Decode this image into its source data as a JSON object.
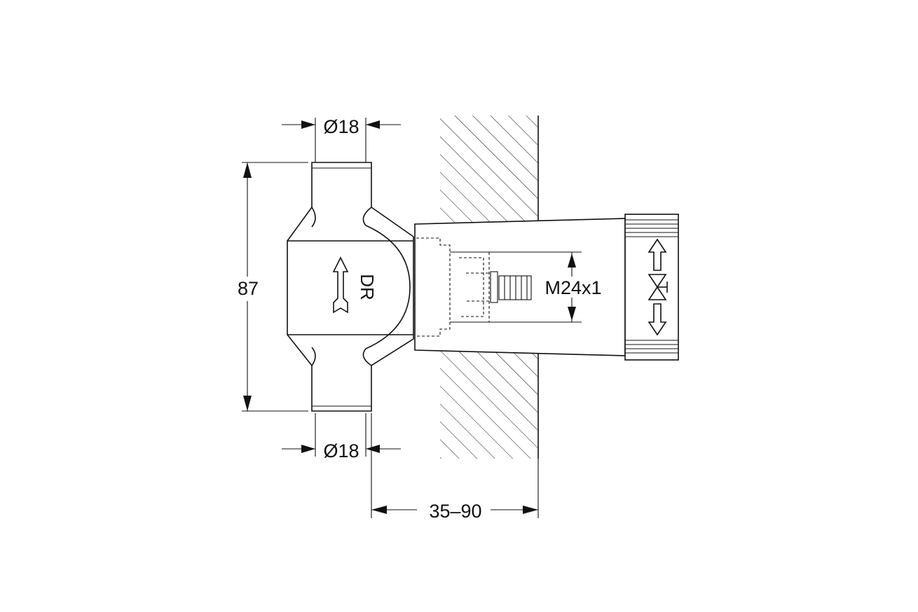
{
  "diagram": {
    "dimensions": {
      "top_diameter": "Ø18",
      "bottom_diameter": "Ø18",
      "height": "87",
      "depth_range": "35–90",
      "thread": "M24x1"
    },
    "body_marking": "DR",
    "colors": {
      "line": "#111111",
      "background": "#ffffff"
    },
    "symbols": [
      "flow-direction-arrow-icon",
      "valve-symbol-icon",
      "up-arrow-icon",
      "down-arrow-icon"
    ]
  }
}
